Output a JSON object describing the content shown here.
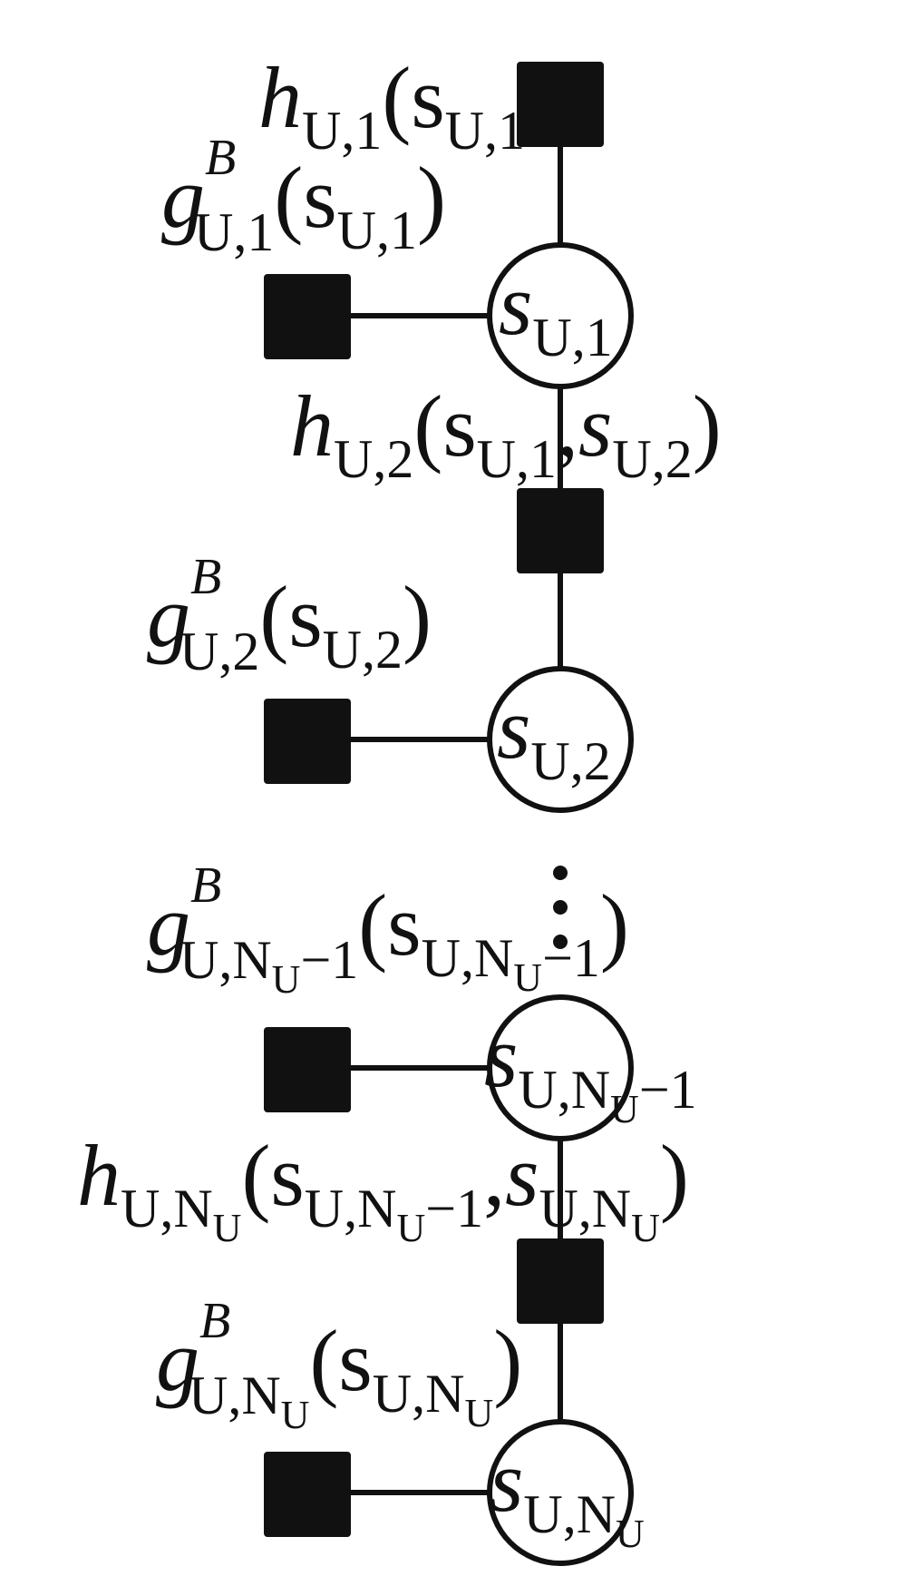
{
  "diagram": {
    "factors": {
      "h1": {
        "f": "h",
        "sub": "U,1",
        "args": "(s",
        "arg_sub": "U,1",
        "close": ")"
      },
      "g1": {
        "f": "g",
        "sup": "B",
        "sub": "U,1",
        "args": "(s",
        "arg_sub": "U,1",
        "close": ")"
      },
      "h2": {
        "f": "h",
        "sub": "U,2",
        "arg1": "(s",
        "arg1_sub": "U,1",
        "comma": ",",
        "arg2": "s",
        "arg2_sub": "U,2",
        "close": ")"
      },
      "g2": {
        "f": "g",
        "sup": "B",
        "sub": "U,2",
        "args": "(s",
        "arg_sub": "U,2",
        "close": ")"
      },
      "gN1": {
        "f": "g",
        "sup": "B",
        "sub": "U,N",
        "sub_sub": "U",
        "sub_tail": "−1",
        "args": "(s",
        "arg_sub": "U,N",
        "arg_sub_sub": "U",
        "arg_sub_tail": "−1",
        "close": ")"
      },
      "hN": {
        "f": "h",
        "sub": "U,N",
        "sub_sub": "U",
        "arg1": "(s",
        "arg1_sub": "U,N",
        "arg1_sub_sub": "U",
        "arg1_sub_tail": "−1",
        "comma": ",",
        "arg2": "s",
        "arg2_sub": "U,N",
        "arg2_sub_sub": "U",
        "close": ")"
      },
      "gN": {
        "f": "g",
        "sup": "B",
        "sub": "U,N",
        "sub_sub": "U",
        "args": "(s",
        "arg_sub": "U,N",
        "arg_sub_sub": "U",
        "close": ")"
      }
    },
    "variables": {
      "s1": {
        "name": "s",
        "sub": "U,1"
      },
      "s2": {
        "name": "s",
        "sub": "U,2"
      },
      "sN1": {
        "name": "s",
        "sub": "U,N",
        "sub_sub": "U",
        "sub_tail": "−1"
      },
      "sN": {
        "name": "s",
        "sub": "U,N",
        "sub_sub": "U"
      }
    }
  }
}
